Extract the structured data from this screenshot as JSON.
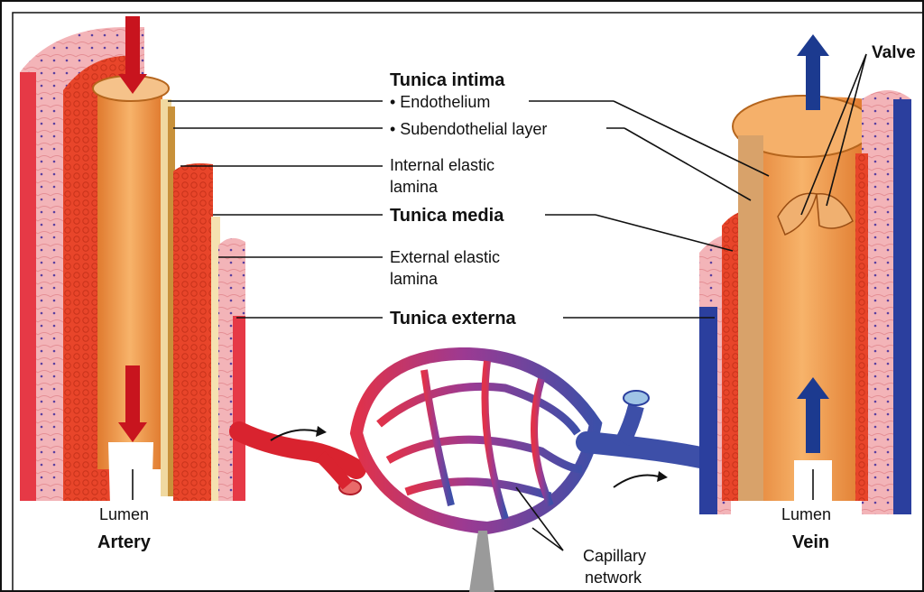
{
  "diagram": {
    "labels": {
      "tunica_intima": "Tunica intima",
      "endothelium": "• Endothelium",
      "subendothelial": "• Subendothelial layer",
      "internal_elastic_1": "Internal elastic",
      "internal_elastic_2": "lamina",
      "tunica_media": "Tunica media",
      "external_elastic_1": "External elastic",
      "external_elastic_2": "lamina",
      "tunica_externa": "Tunica externa",
      "valve": "Valve",
      "lumen_artery": "Lumen",
      "artery": "Artery",
      "lumen_vein": "Lumen",
      "vein": "Vein",
      "capillary_1": "Capillary",
      "capillary_2": "network"
    },
    "colors": {
      "artery_red": "#d9232f",
      "artery_outer": "#e63946",
      "vein_blue": "#2b3f9e",
      "arrow_red": "#c8141e",
      "arrow_blue": "#1c3a8f",
      "intima_orange": "#f2a25b",
      "media_red": "#e8452a",
      "adventitia_pink": "#f3b4b8",
      "capillary_purple": "#8a3a8f"
    }
  }
}
